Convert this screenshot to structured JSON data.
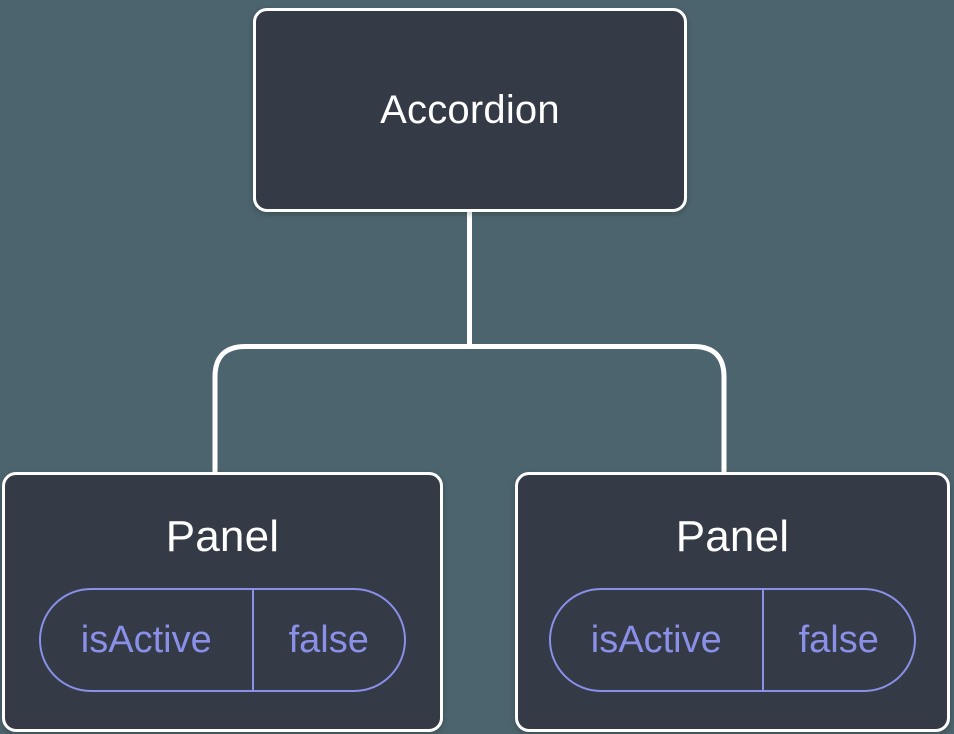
{
  "diagram": {
    "root": {
      "label": "Accordion"
    },
    "panels": [
      {
        "title": "Panel",
        "state": {
          "key": "isActive",
          "value": "false"
        }
      },
      {
        "title": "Panel",
        "state": {
          "key": "isActive",
          "value": "false"
        }
      }
    ]
  },
  "colors": {
    "background": "#4C646D",
    "node_fill": "#343A46",
    "node_border": "#FFFFFF",
    "node_text": "#FFFFFF",
    "state_accent": "#8A8FE8",
    "connector": "#FFFFFF"
  }
}
